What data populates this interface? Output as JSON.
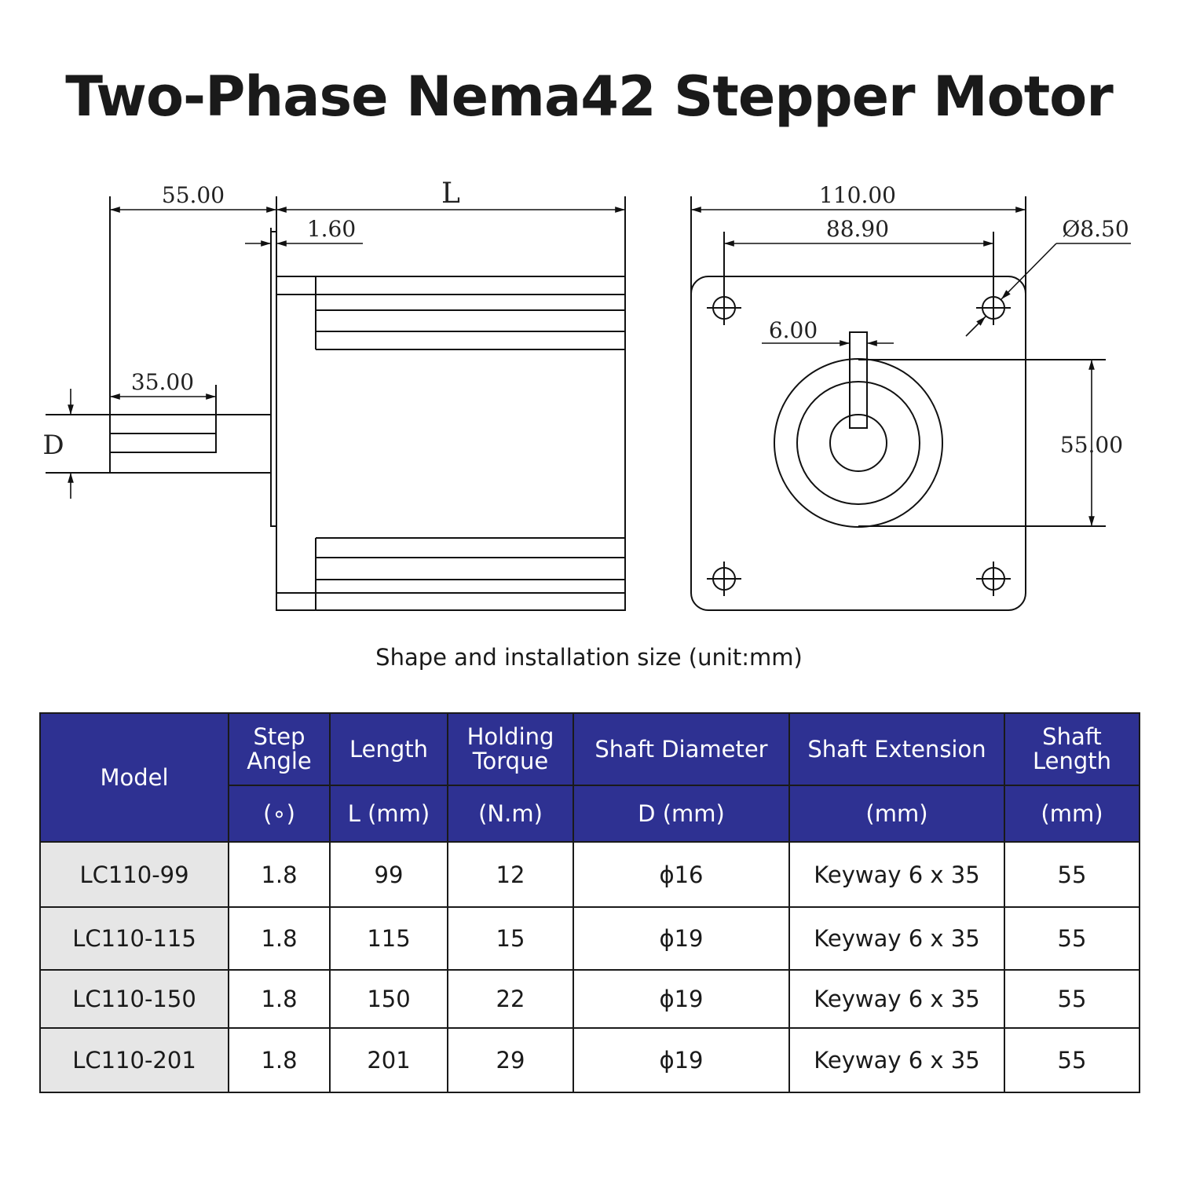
{
  "title": "Two-Phase Nema42 Stepper Motor",
  "caption": "Shape and installation size (unit:mm)",
  "drawing": {
    "side_view": {
      "shaft_length": "55.00",
      "body_length": "L",
      "flange": "1.60",
      "keyway_length": "35.00",
      "shaft_diameter": "D"
    },
    "front_view": {
      "width": "110.00",
      "hole_spacing": "88.90",
      "hole_diameter": "Ø8.50",
      "key_width": "6.00",
      "boss_diameter": "55.00"
    }
  },
  "table": {
    "headers": [
      {
        "top": "Model",
        "bottom": ""
      },
      {
        "top": "Step Angle",
        "bottom": "(∘)"
      },
      {
        "top": "Length",
        "bottom": "L (mm)"
      },
      {
        "top": "Holding Torque",
        "bottom": "(N.m)"
      },
      {
        "top": "Shaft Diameter",
        "bottom": "D (mm)"
      },
      {
        "top": "Shaft Extension",
        "bottom": "(mm)"
      },
      {
        "top": "Shaft Length",
        "bottom": "(mm)"
      }
    ],
    "rows": [
      [
        "LC110-99",
        "1.8",
        "99",
        "12",
        "ϕ16",
        "Keyway 6 x 35",
        "55"
      ],
      [
        "LC110-115",
        "1.8",
        "115",
        "15",
        "ϕ19",
        "Keyway 6 x 35",
        "55"
      ],
      [
        "LC110-150",
        "1.8",
        "150",
        "22",
        "ϕ19",
        "Keyway 6 x 35",
        "55"
      ],
      [
        "LC110-201",
        "1.8",
        "201",
        "29",
        "ϕ19",
        "Keyway 6 x 35",
        "55"
      ]
    ]
  },
  "colors": {
    "header_bg": "#2e3192",
    "model_cell_bg": "#e6e6e6",
    "line": "#1a1a1a"
  }
}
